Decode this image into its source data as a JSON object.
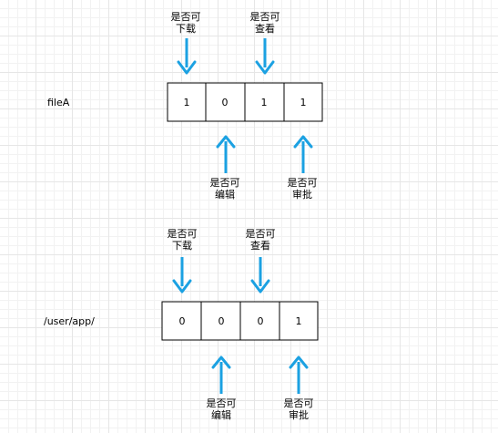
{
  "colors": {
    "arrow": "#1ba1e2",
    "cell_border": "#000000"
  },
  "groups": [
    {
      "name": "fileA",
      "values": [
        "1",
        "0",
        "1",
        "1"
      ],
      "labels": [
        [
          "是否可",
          "下载"
        ],
        [
          "是否可",
          "编辑"
        ],
        [
          "是否可",
          "查看"
        ],
        [
          "是否可",
          "审批"
        ]
      ]
    },
    {
      "name": "/user/app/",
      "values": [
        "0",
        "0",
        "0",
        "1"
      ],
      "labels": [
        [
          "是否可",
          "下载"
        ],
        [
          "是否可",
          "编辑"
        ],
        [
          "是否可",
          "查看"
        ],
        [
          "是否可",
          "审批"
        ]
      ]
    }
  ]
}
